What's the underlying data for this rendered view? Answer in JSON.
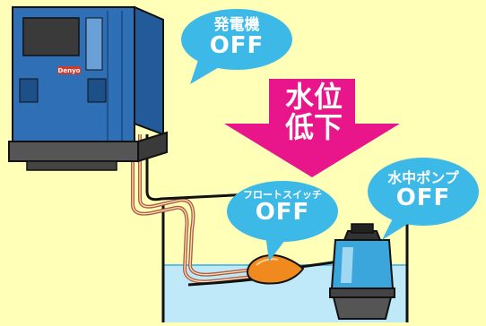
{
  "labels": {
    "generator": {
      "line1": "発電機",
      "line2": "OFF"
    },
    "water_level": {
      "line1": "水位",
      "line2": "低下"
    },
    "float_switch": {
      "line1": "フロートスイッチ",
      "line2": "OFF"
    },
    "pump": {
      "line1": "水中ポンプ",
      "line2": "OFF"
    },
    "generator_brand": "Denyo"
  },
  "colors": {
    "background": "#ffffb8",
    "bubble": "#3db9e8",
    "arrow": "#e8168a",
    "generator_body": "#2f6fb6",
    "water": "#bfe9f8",
    "float": "#f08a1e",
    "pump_body": "#3aa6dc"
  }
}
